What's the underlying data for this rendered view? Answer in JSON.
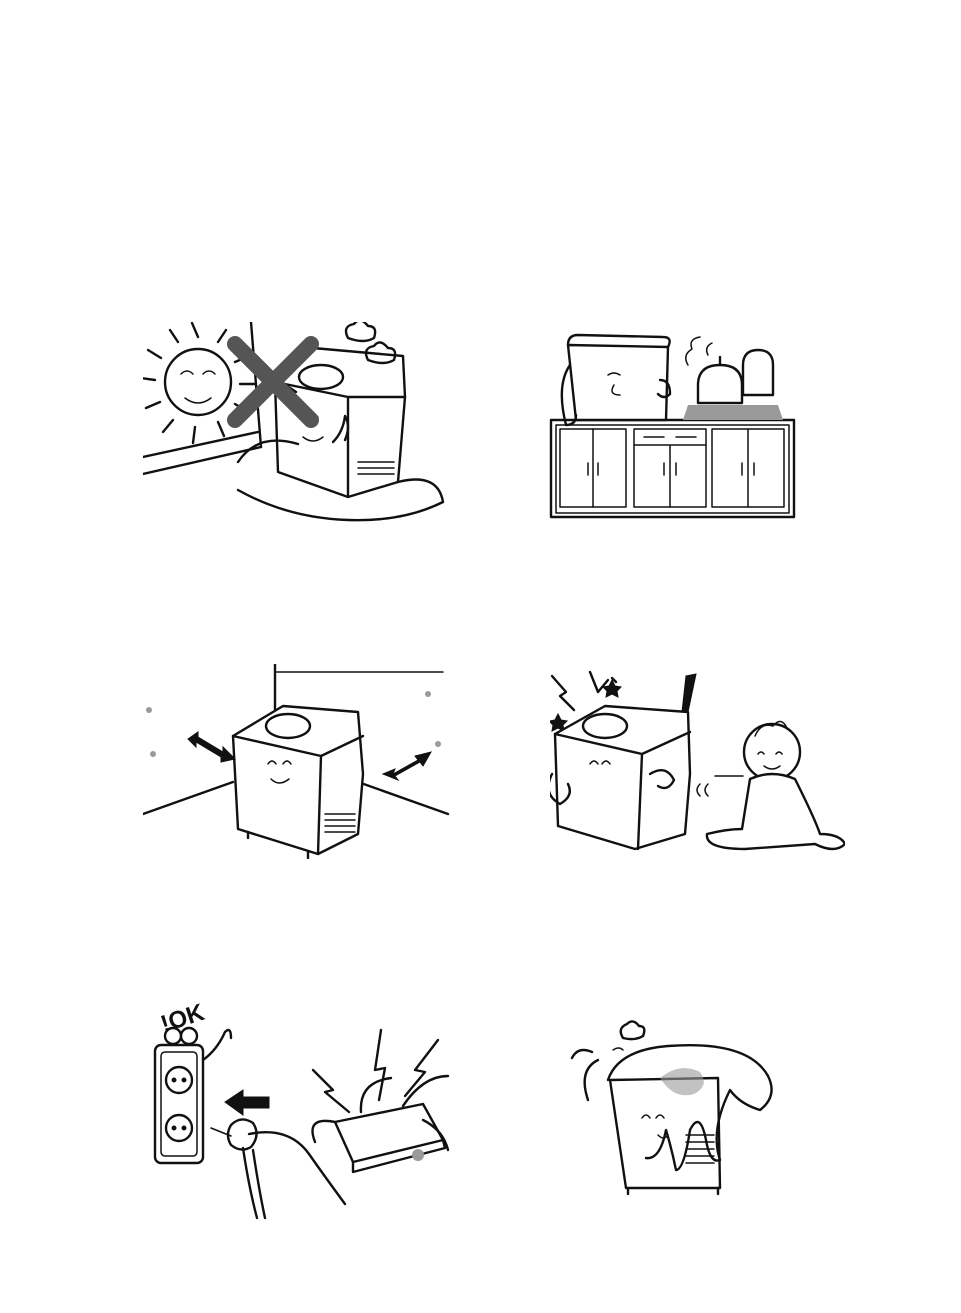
{
  "page": {
    "background": "#ffffff",
    "ink": "#111111"
  },
  "illustrations": [
    {
      "id": "sunlight-warning",
      "icons": [
        "sun-icon",
        "cross-mark-icon",
        "bread-maker-icon",
        "cushion-icon"
      ]
    },
    {
      "id": "stove-warning",
      "icons": [
        "bread-maker-icon",
        "counter-cabinet-icon",
        "kettle-icon",
        "steam-icon"
      ]
    },
    {
      "id": "clearance",
      "icons": [
        "bread-maker-icon",
        "wall-corner-icon",
        "double-arrow-icon"
      ]
    },
    {
      "id": "child-safety",
      "icons": [
        "bread-maker-icon",
        "baby-icon",
        "exclamation-icon",
        "spark-icon"
      ]
    },
    {
      "id": "outlet-warning",
      "icons": [
        "outlet-icon",
        "plug-hand-icon",
        "power-strip-icon",
        "lightning-icon"
      ]
    },
    {
      "id": "cover-warning",
      "icons": [
        "bread-maker-icon",
        "plastic-cover-icon",
        "steam-icon"
      ]
    }
  ],
  "labels": {
    "outlet_exclaim": "!OK"
  }
}
